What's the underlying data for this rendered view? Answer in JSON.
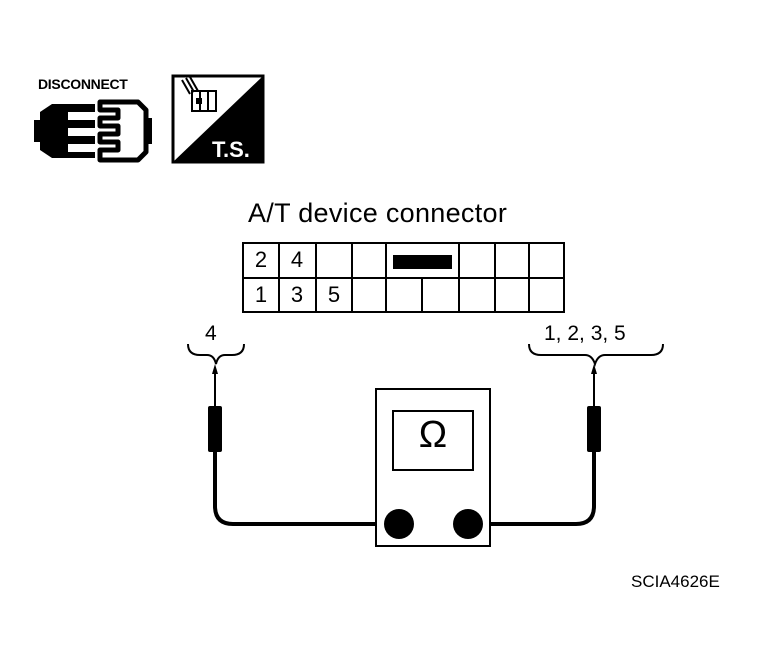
{
  "icons": {
    "disconnect": {
      "label": "DISCONNECT",
      "icon": "connector-disconnect-icon"
    },
    "test_symbol": {
      "label": "T.S.",
      "icon": "test-symbol-icon"
    }
  },
  "connector": {
    "title": "A/T device connector",
    "top_row_pins": [
      "2",
      "4"
    ],
    "bottom_row_pins": [
      "1",
      "3",
      "5"
    ]
  },
  "leads": {
    "left": "4",
    "right": "1, 2, 3, 5"
  },
  "meter": {
    "symbol": "Ω"
  },
  "figure_code": "SCIA4626E"
}
